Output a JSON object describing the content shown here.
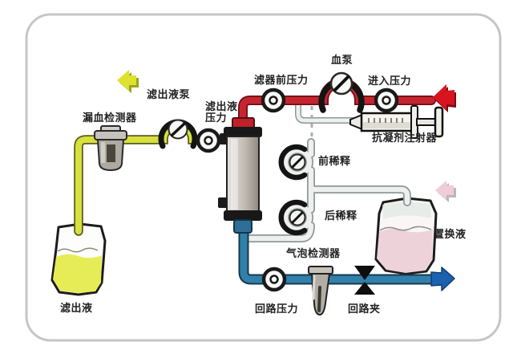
{
  "diagram": {
    "labels": {
      "filtrate_pump": "滤出液泵",
      "blood_leak_detector": "漏血检测器",
      "filtrate_pressure": "滤出液\n压力",
      "prefilter_pressure": "滤器前压力",
      "blood_pump": "血泵",
      "inlet_pressure": "进入压力",
      "anticoagulant_syringe": "抗凝剂注射器",
      "pre_dilution": "前稀释",
      "post_dilution": "后稀释",
      "replacement_fluid": "置换液",
      "air_bubble_detector": "气泡检测器",
      "return_pressure": "回路压力",
      "return_clamp": "回路夹",
      "filtrate_bag": "滤出液"
    },
    "colors": {
      "blood_line": "#c52531",
      "return_line": "#3180ab",
      "filtrate_line": "#d7e03c",
      "replacement_line": "#edf0ee",
      "filtrate_fluid": "#e6ec55",
      "replacement_fluid_fill": "#eed2da"
    },
    "arrows": {
      "filtrate": {
        "direction": "left",
        "color": "#dde22e"
      },
      "blood_inlet": {
        "direction": "left",
        "color": "#d8141e"
      },
      "replacement": {
        "direction": "left",
        "color": "#f0ccd6"
      },
      "blood_return": {
        "direction": "right",
        "color": "#1a62b0"
      }
    }
  }
}
